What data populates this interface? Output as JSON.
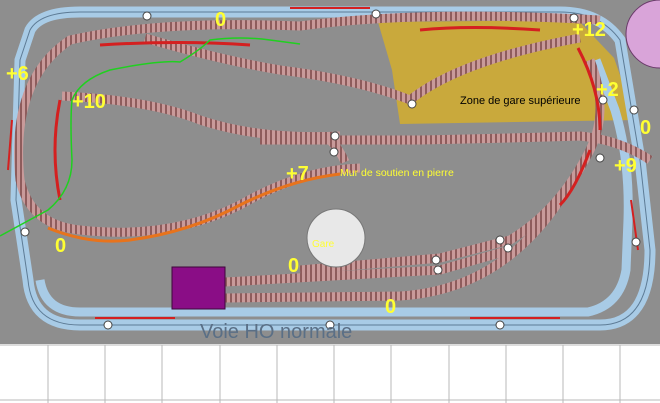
{
  "labels": {
    "elev_top": "0",
    "elev_plus12": "+12",
    "elev_plus6": "+6",
    "elev_plus10": "+10",
    "elev_plus2": "+2",
    "elev_right0": "0",
    "elev_plus9": "+9",
    "elev_plus7": "+7",
    "elev_left0": "0",
    "elev_mid0": "0",
    "elev_bottom0": "0",
    "upper_station_zone": "Zone de gare supérieure",
    "stone_wall": "Mur de soutien en pierre",
    "station": "Gare",
    "normal_ho_track": "Voie HO normale"
  },
  "colors": {
    "baseboard": "#8e8e8e",
    "upper_zone": "#c9a93c",
    "ho_track": "#a8cbe6",
    "narrow_track": "#b07b7b",
    "rail_red": "#d42020",
    "wall_orange": "#e8731c",
    "green_line": "#20d020",
    "elevation_text": "#ffff33",
    "purple_block": "#8a0d86",
    "pink_circle": "#d9a4d9"
  },
  "grid_columns": 12
}
